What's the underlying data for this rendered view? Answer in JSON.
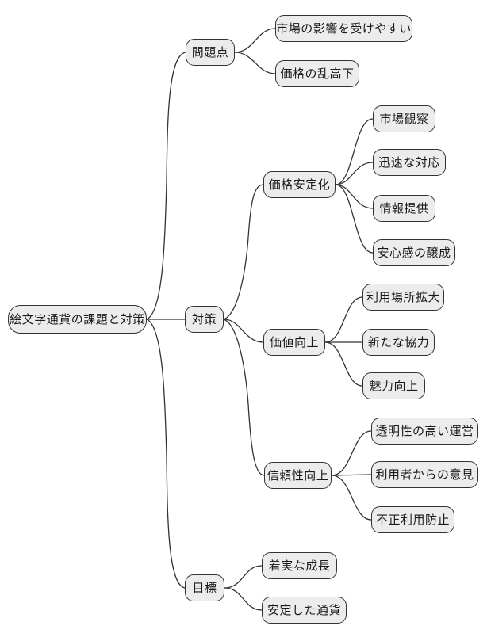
{
  "diagram": {
    "type": "mindmap",
    "root": {
      "label": "絵文字通貨の課題と対策"
    },
    "branches": [
      {
        "label": "問題点",
        "children": [
          {
            "label": "市場の影響を受けやすい"
          },
          {
            "label": "価格の乱高下"
          }
        ]
      },
      {
        "label": "対策",
        "children": [
          {
            "label": "価格安定化",
            "children": [
              {
                "label": "市場観察"
              },
              {
                "label": "迅速な対応"
              },
              {
                "label": "情報提供"
              },
              {
                "label": "安心感の醸成"
              }
            ]
          },
          {
            "label": "価値向上",
            "children": [
              {
                "label": "利用場所拡大"
              },
              {
                "label": "新たな協力"
              },
              {
                "label": "魅力向上"
              }
            ]
          },
          {
            "label": "信頼性向上",
            "children": [
              {
                "label": "透明性の高い運営"
              },
              {
                "label": "利用者からの意見"
              },
              {
                "label": "不正利用防止"
              }
            ]
          }
        ]
      },
      {
        "label": "目標",
        "children": [
          {
            "label": "着実な成長"
          },
          {
            "label": "安定した通貨"
          }
        ]
      }
    ],
    "colors": {
      "background": "#ffffff",
      "node_fill": "#ececec",
      "node_border": "#333333",
      "edge": "#333333",
      "text": "#1a1a1a"
    }
  }
}
